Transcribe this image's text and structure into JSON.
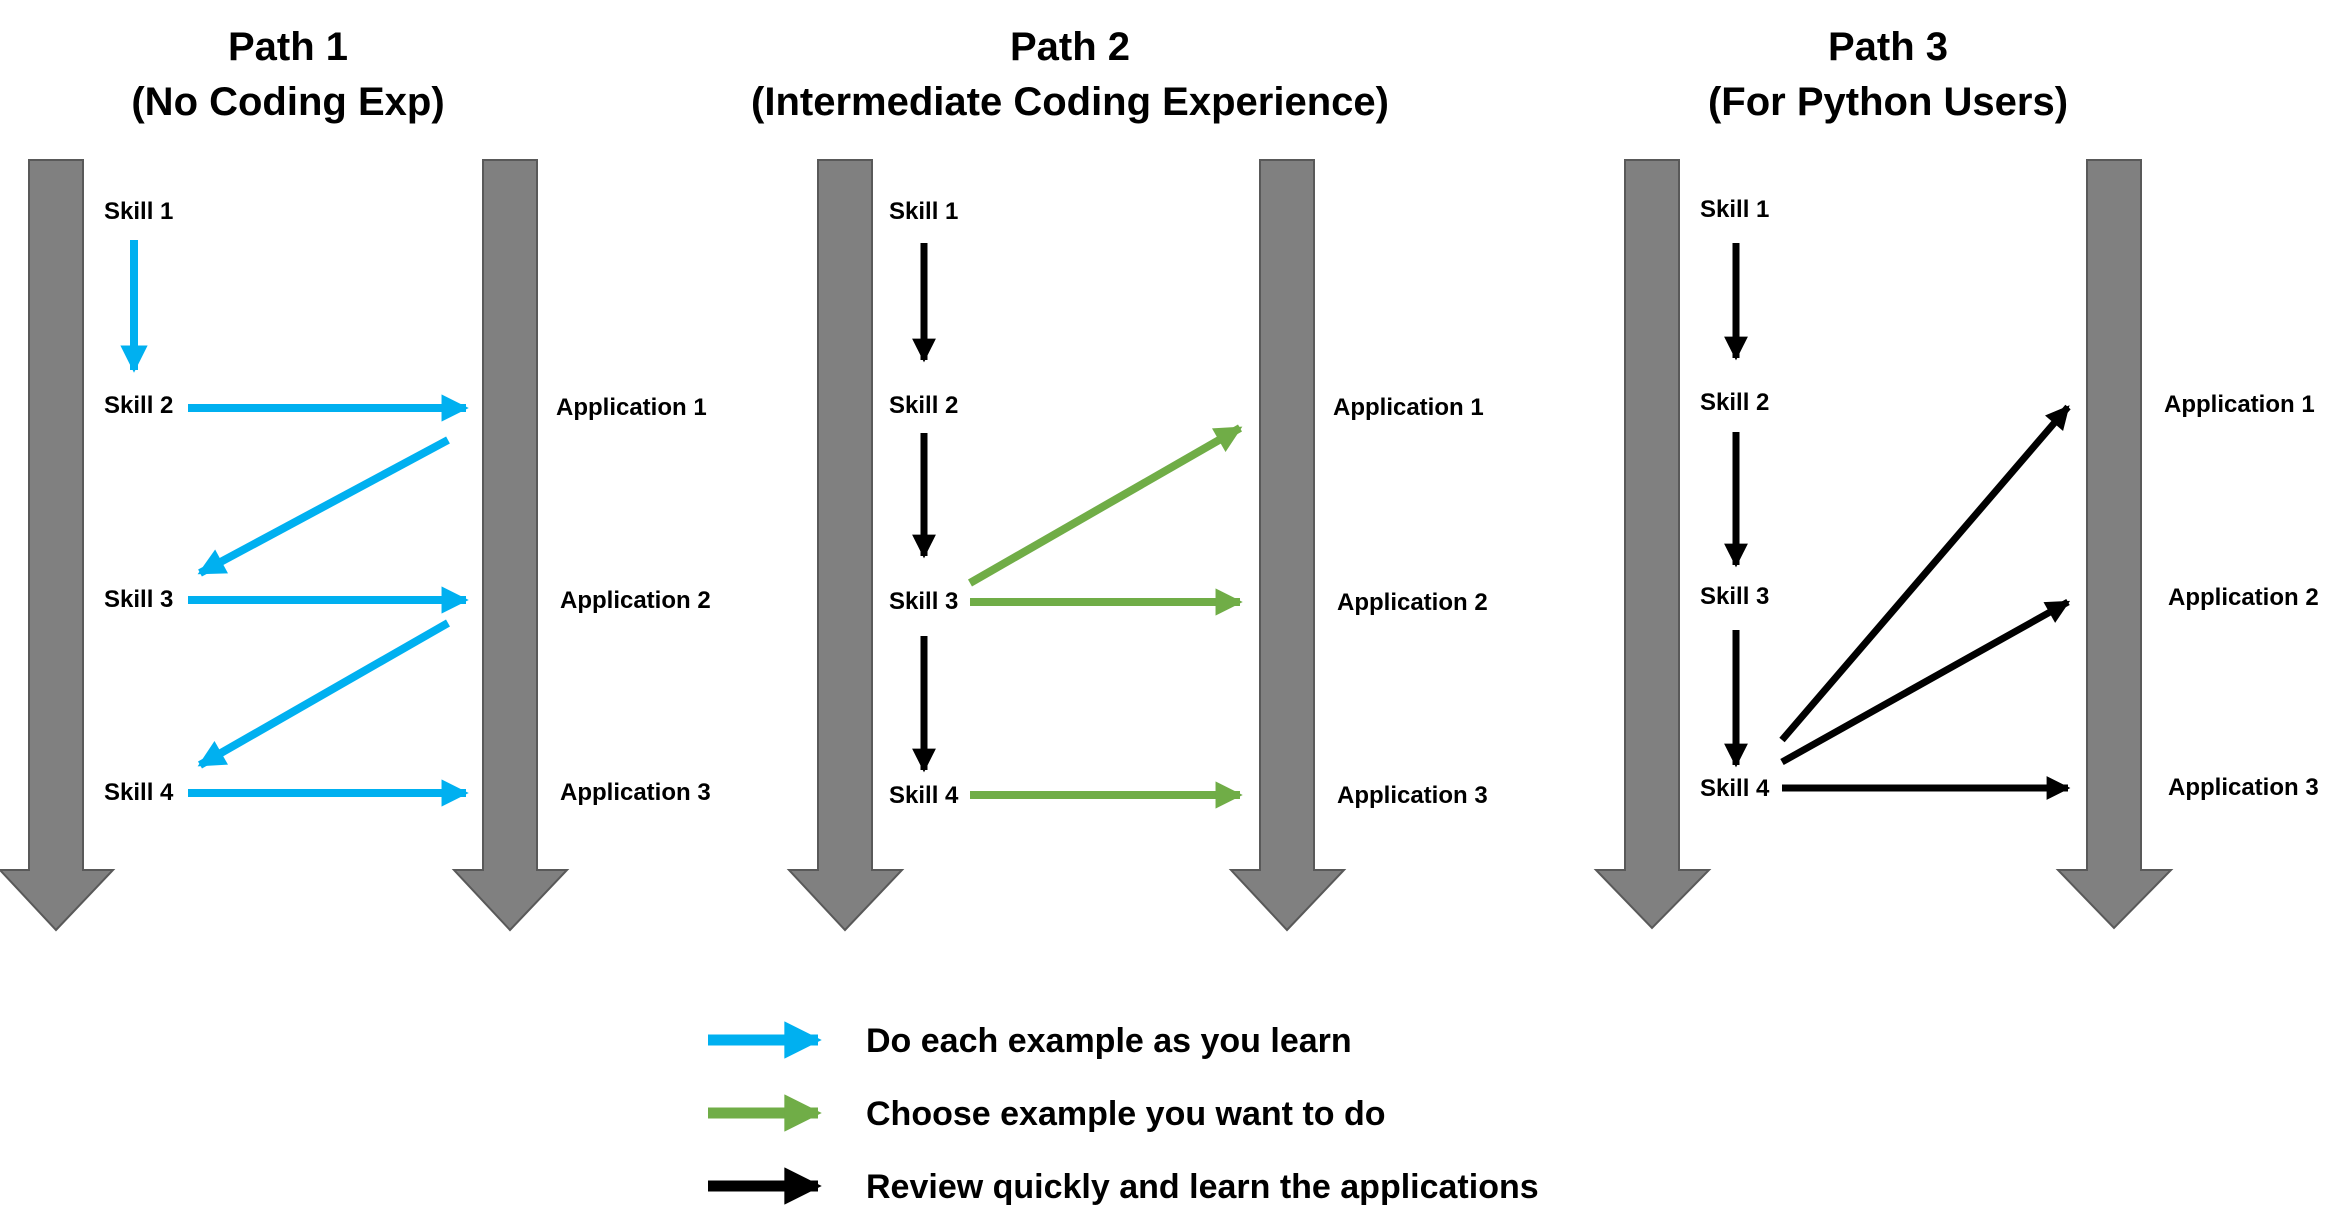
{
  "colors": {
    "timeline": "#808080",
    "timeline_edge": "#595959",
    "blue": "#00B0F0",
    "green": "#70AD47",
    "black": "#000000"
  },
  "paths": [
    {
      "title_line1": "Path 1",
      "title_line2": "(No Coding Exp)",
      "skills": [
        "Skill 1",
        "Skill 2",
        "Skill 3",
        "Skill 4"
      ],
      "applications": [
        "Application 1",
        "Application 2",
        "Application 3"
      ],
      "arrow_color": "blue"
    },
    {
      "title_line1": "Path 2",
      "title_line2": "(Intermediate Coding Experience)",
      "skills": [
        "Skill 1",
        "Skill 2",
        "Skill 3",
        "Skill 4"
      ],
      "applications": [
        "Application 1",
        "Application 2",
        "Application 3"
      ],
      "arrow_color": "green"
    },
    {
      "title_line1": "Path 3",
      "title_line2": "(For Python Users)",
      "skills": [
        "Skill 1",
        "Skill 2",
        "Skill 3",
        "Skill 4"
      ],
      "applications": [
        "Application 1",
        "Application 2",
        "Application 3"
      ],
      "arrow_color": "black"
    }
  ],
  "legend": [
    {
      "color": "blue",
      "label": "Do each example as you learn"
    },
    {
      "color": "green",
      "label": "Choose example you want to do"
    },
    {
      "color": "black",
      "label": "Review quickly and learn the applications"
    }
  ]
}
